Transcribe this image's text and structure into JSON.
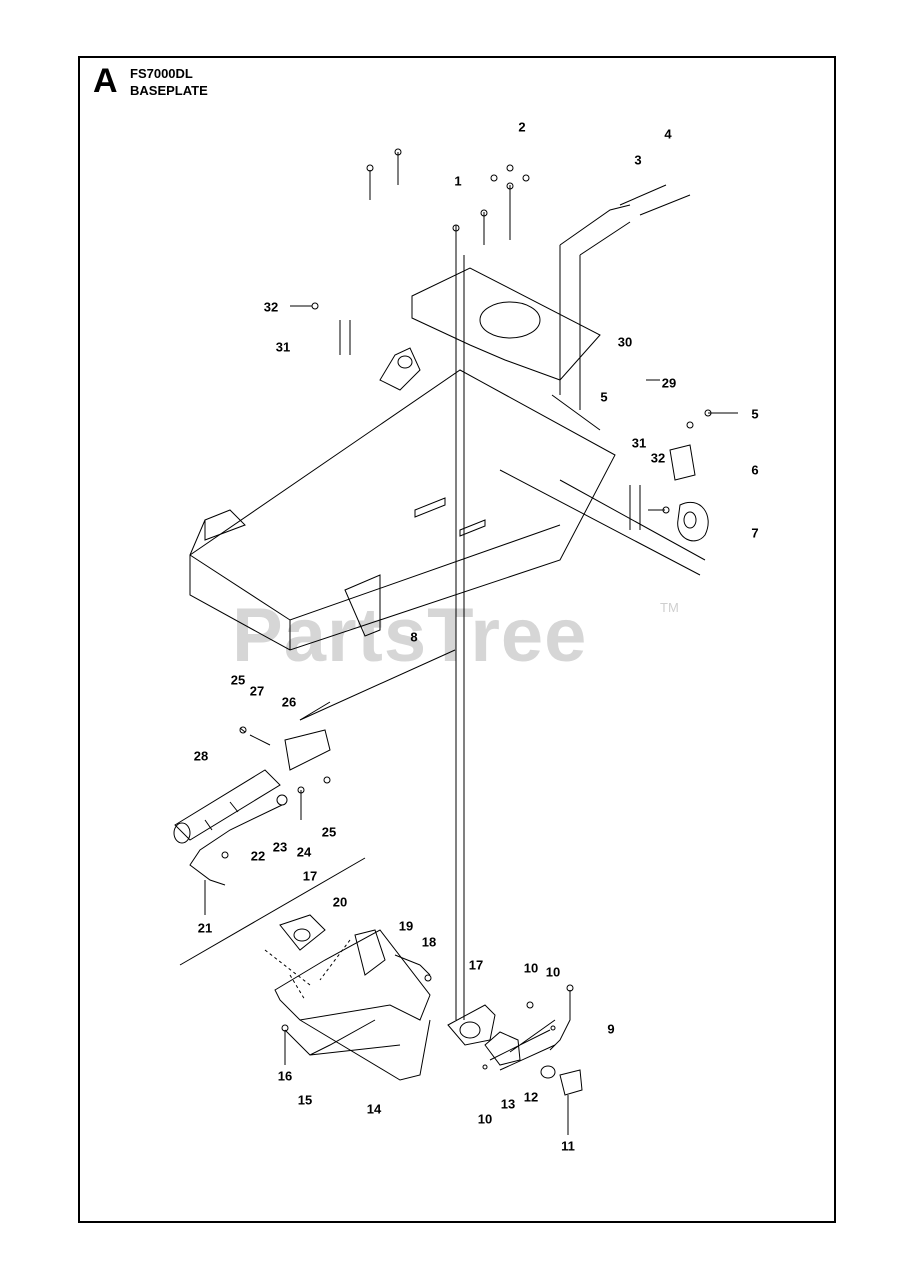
{
  "header": {
    "section_letter": "A",
    "model": "FS7000DL",
    "title": "BASEPLATE"
  },
  "watermark": {
    "text": "PartsTree",
    "tm": "TM"
  },
  "callouts": [
    "1",
    "2",
    "3",
    "4",
    "5",
    "5",
    "6",
    "7",
    "8",
    "9",
    "10",
    "10",
    "10",
    "11",
    "12",
    "13",
    "14",
    "15",
    "16",
    "17",
    "17",
    "18",
    "19",
    "20",
    "21",
    "22",
    "23",
    "24",
    "25",
    "25",
    "26",
    "27",
    "28",
    "29",
    "30",
    "31",
    "31",
    "32",
    "32"
  ]
}
